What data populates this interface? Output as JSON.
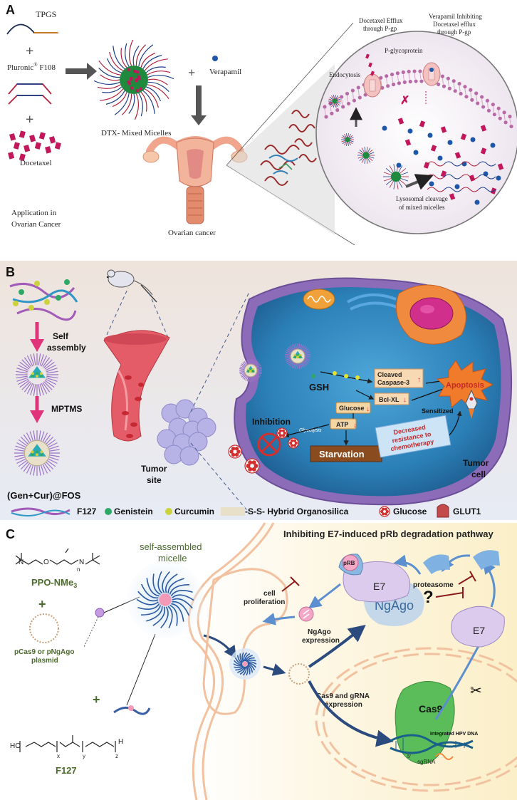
{
  "panel_a": {
    "letter": "A",
    "tpgs": "TPGS",
    "plus": "+",
    "pluronic_main": "Pluronic",
    "pluronic_reg": "®",
    "pluronic_tail": " F108",
    "docetaxel": "Docetaxel",
    "app_line1": "Application in",
    "app_line2": "Ovarian Cancer",
    "micelles": "DTX- Mixed Micelles",
    "verapamil": "Verapamil",
    "ovarian": "Ovarian  cancer",
    "efflux_line1": "Docetaxel Efflux",
    "efflux_line2": "through P-gp",
    "verap_inhib_line1": "Verapamil Inhibiting",
    "verap_inhib_line2": "Docetaxel efflux",
    "verap_inhib_line3": "through P-gp",
    "pgp": "P-glycoprotein",
    "endocytosis": "Endocytosis",
    "lyso_line1": "Lysosomal cleavage",
    "lyso_line2": "of mixed micelles"
  },
  "panel_b": {
    "letter": "B",
    "self_assembly_1": "Self",
    "self_assembly_2": "assembly",
    "mptms": "MPTMS",
    "product": "(Gen+Cur)@FOS",
    "tumor_site_1": "Tumor",
    "tumor_site_2": "site",
    "gsh": "GSH",
    "cleaved_1": "Cleaved",
    "cleaved_2": "Caspase-3",
    "bclxl": "Bcl-XL",
    "apoptosis": "Apoptosis",
    "glucose": "Glucose",
    "atp": "ATP",
    "glycolysis": "Glycolysis",
    "inhibition": "Inhibition",
    "starvation": "Starvation",
    "sensitized": "Sensitized",
    "decreased_1": "Decreased",
    "decreased_2": "resistance to",
    "decreased_3": "chemotherapy",
    "tumor_cell_1": "Tumor",
    "tumor_cell_2": "cell",
    "legend": {
      "f127": "F127",
      "genistein": "Genistein",
      "curcumin": "Curcumin",
      "organosilica": "-S-S- Hybrid Organosilica",
      "glucose": "Glucose",
      "glut1": "GLUT1"
    }
  },
  "panel_c": {
    "letter": "C",
    "title": "Inhibiting E7-induced pRb degradation pathway",
    "self_micelle_1": "self-assembled",
    "self_micelle_2": "micelle",
    "ppo": "PPO-NMe",
    "ppo_sub": "3",
    "plasmid_1": "pCas9 or pNgAgo",
    "plasmid_2": "plasmid",
    "f127": "F127",
    "plus": "+",
    "ho": "HO",
    "h": "H",
    "sub_x": "x",
    "sub_y": "y",
    "sub_z": "z",
    "n_sub": "n",
    "cell_prolif_1": "cell",
    "cell_prolif_2": "proliferation",
    "prb": "pRB",
    "e7": "E7",
    "proteasome": "proteasome",
    "ngago": "NgAgo",
    "question": "?",
    "ngago_expr_1": "NgAgo",
    "ngago_expr_2": "expression",
    "cas9_gRNA_1": "Cas9 and gRNA",
    "cas9_gRNA_2": "expression",
    "cas9": "Cas9",
    "integrated": "Integrated HPV DNA",
    "sgrna": "sgRNA",
    "five_prime": "5'"
  }
}
